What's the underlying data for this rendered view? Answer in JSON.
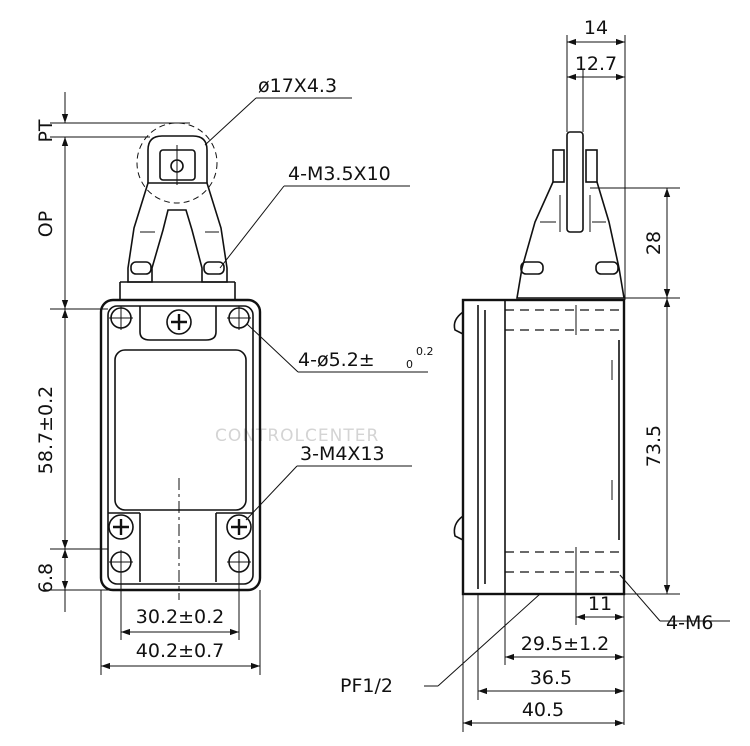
{
  "front_view": {
    "roller_callout": "ø17X4.3",
    "pt_label": "PT",
    "op_label": "OP",
    "screw_callout": "4-M3.5X10",
    "hole_callout_main": "4-ø5.2±",
    "hole_tol_upper": "0.2",
    "hole_tol_lower": "0",
    "mount_screw_callout": "3-M4X13",
    "height_dim": "58.7±0.2",
    "bottom_dim": "6.8",
    "inner_width_dim": "30.2±0.2",
    "outer_width_dim": "40.2±0.7"
  },
  "side_view": {
    "roller_width_dim": "14",
    "roller_inner_dim": "12.7",
    "actuator_height_dim": "28",
    "body_height_dim": "73.5",
    "thread_dim": "11",
    "thread_callout": "4-M6",
    "hole_spacing_dim": "29.5±1.2",
    "body_depth_dim": "36.5",
    "total_depth_dim": "40.5",
    "conduit_callout": "PF1/2"
  },
  "watermark": "CONTROLCENTER"
}
